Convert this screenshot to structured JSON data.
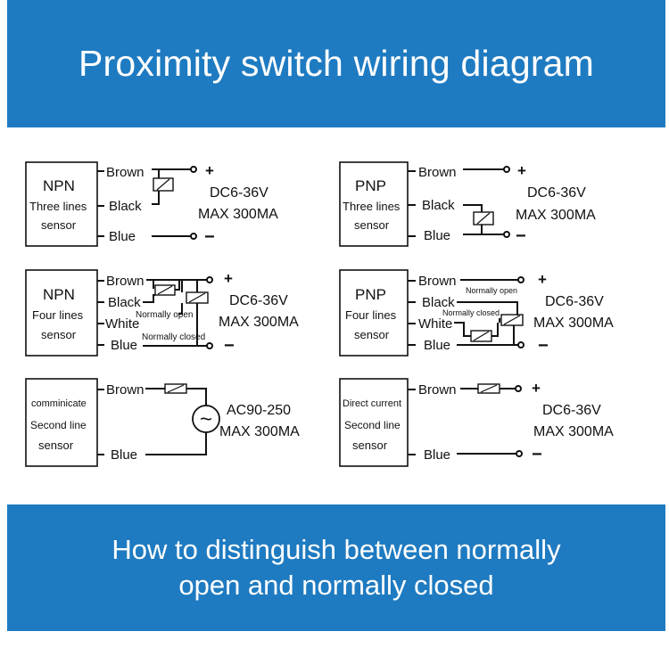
{
  "header": {
    "title": "Proximity switch wiring diagram"
  },
  "footer": {
    "line1": "How to distinguish between normally",
    "line2": "open and normally closed"
  },
  "diagrams": {
    "npn3": {
      "type": "NPN",
      "sub1": "Three lines",
      "sub2": "sensor",
      "w1": "Brown",
      "w2": "Black",
      "w3": "Blue",
      "plus": "+",
      "minus": "−",
      "v": "DC6-36V",
      "a": "MAX 300MA"
    },
    "pnp3": {
      "type": "PNP",
      "sub1": "Three lines",
      "sub2": "sensor",
      "w1": "Brown",
      "w2": "Black",
      "w3": "Blue",
      "plus": "+",
      "minus": "−",
      "v": "DC6-36V",
      "a": "MAX 300MA"
    },
    "npn4": {
      "type": "NPN",
      "sub1": "Four lines",
      "sub2": "sensor",
      "w1": "Brown",
      "w2": "Black",
      "w3": "White",
      "w4": "Blue",
      "no": "Normally open",
      "nc": "Normally closed",
      "plus": "+",
      "minus": "−",
      "v": "DC6-36V",
      "a": "MAX 300MA"
    },
    "pnp4": {
      "type": "PNP",
      "sub1": "Four lines",
      "sub2": "sensor",
      "w1": "Brown",
      "w2": "Black",
      "w3": "White",
      "w4": "Blue",
      "no": "Normally open",
      "nc": "Normally closed",
      "plus": "+",
      "minus": "−",
      "v": "DC6-36V",
      "a": "MAX 300MA"
    },
    "ac2": {
      "type": "comminicate",
      "sub1": "Second line",
      "sub2": "sensor",
      "w1": "Brown",
      "w2": "Blue",
      "ac": "~",
      "v": "AC90-250",
      "a": "MAX 300MA"
    },
    "dc2": {
      "type": "Direct current",
      "sub1": "Second line",
      "sub2": "sensor",
      "w1": "Brown",
      "w2": "Blue",
      "plus": "+",
      "minus": "−",
      "v": "DC6-36V",
      "a": "MAX 300MA"
    }
  },
  "colors": {
    "banner": "#1f7bc1",
    "banner_text": "#ffffff",
    "line": "#111111"
  }
}
